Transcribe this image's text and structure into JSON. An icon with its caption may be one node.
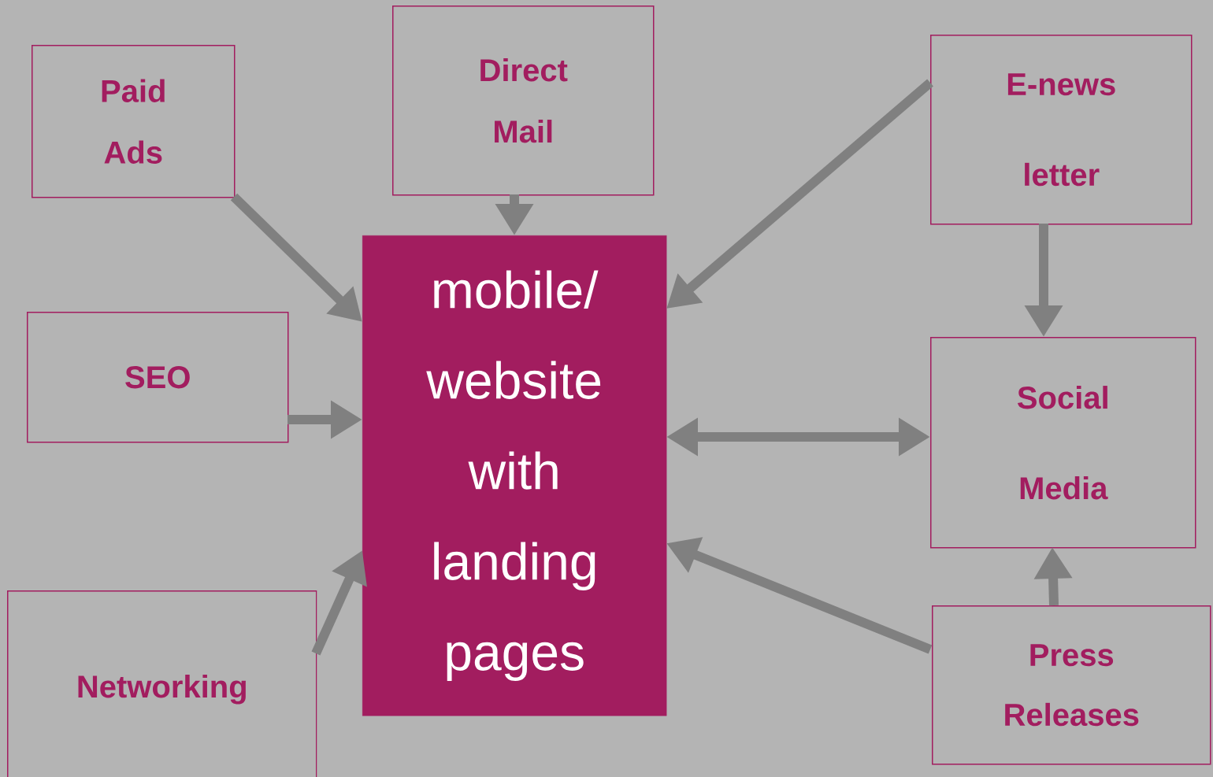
{
  "diagram": {
    "nodes": [
      {
        "text": [
          "Paid Ads"
        ]
      },
      {
        "text": [
          "Direct Mail"
        ]
      },
      {
        "text": [
          "E-news letter"
        ]
      },
      {
        "text": [
          "SEO"
        ]
      },
      {
        "text": [
          "mobile/ website with landing pages"
        ]
      },
      {
        "text": [
          "Social Media"
        ]
      },
      {
        "text": [
          "Networking"
        ]
      },
      {
        "text": [
          "Press Releases"
        ]
      }
    ],
    "edges": [
      {
        "from": 0,
        "to": 4,
        "arrow": "to"
      },
      {
        "from": 1,
        "to": 4,
        "arrow": "to"
      },
      {
        "from": 2,
        "to": 4,
        "arrow": "to"
      },
      {
        "from": 3,
        "to": 4,
        "arrow": "to"
      },
      {
        "from": 6,
        "to": 4,
        "arrow": "to"
      },
      {
        "from": 4,
        "to": 5,
        "arrow": "both"
      },
      {
        "from": 2,
        "to": 5,
        "arrow": "to"
      },
      {
        "from": 7,
        "to": 4,
        "arrow": "to"
      },
      {
        "from": 7,
        "to": 5,
        "arrow": "to"
      }
    ]
  }
}
